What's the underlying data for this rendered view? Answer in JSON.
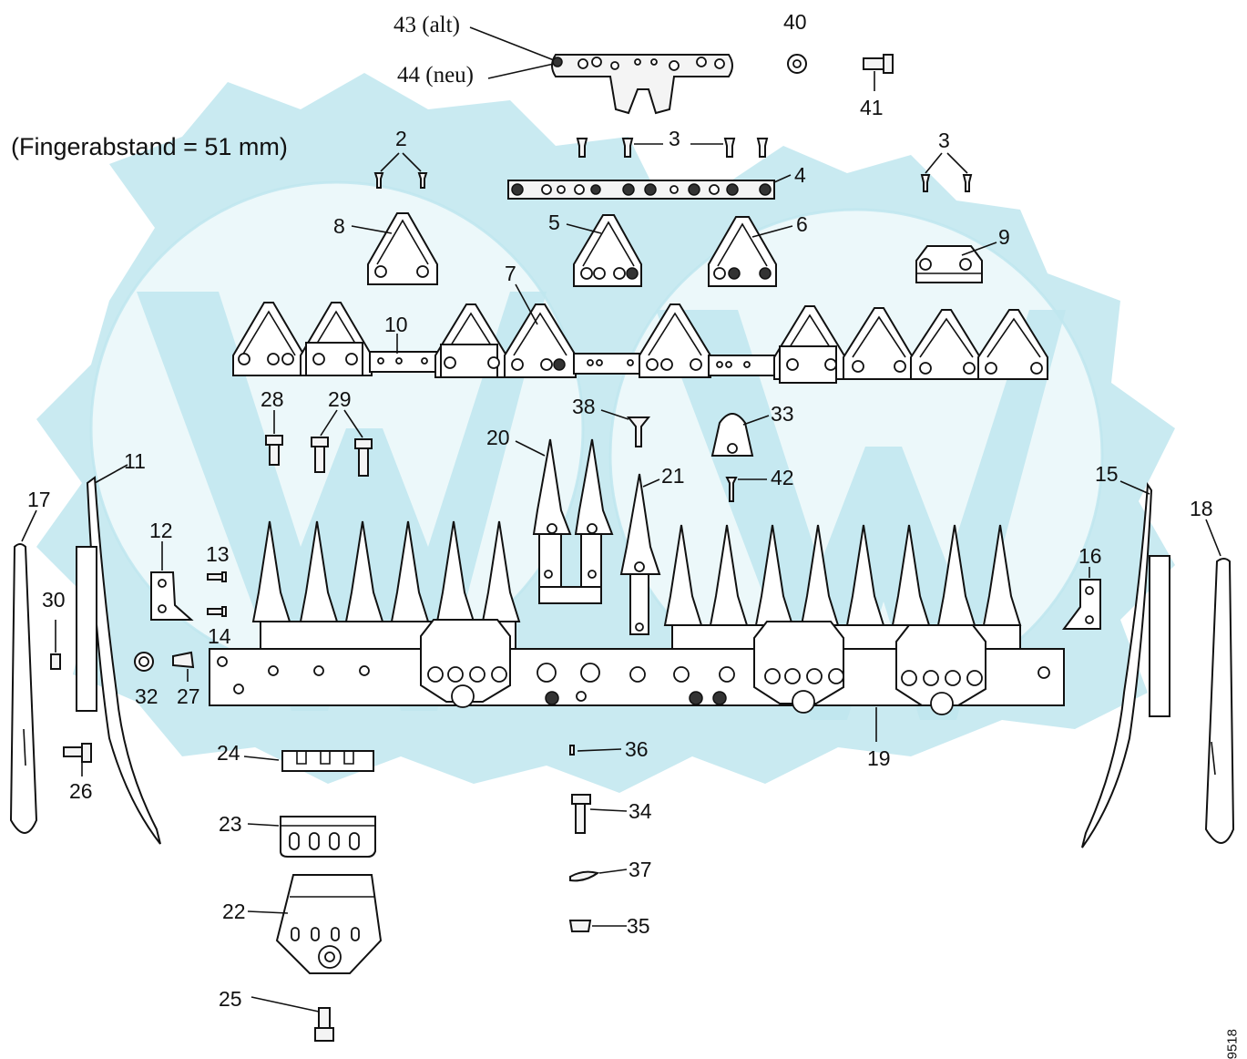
{
  "note": "(Fingerabstand = 51 mm)",
  "drawing_code": "9518",
  "watermark": {
    "color": "#bfe6ee",
    "shape": "gear-logo"
  },
  "labels": {
    "l43": "43 (alt)",
    "l44": "44 (neu)",
    "l40": "40",
    "l41": "41",
    "l2": "2",
    "l3a": "3",
    "l3b": "3",
    "l4": "4",
    "l8": "8",
    "l5": "5",
    "l6": "6",
    "l9": "9",
    "l7": "7",
    "l10": "10",
    "l28": "28",
    "l29": "29",
    "l38": "38",
    "l33": "33",
    "l20": "20",
    "l21": "21",
    "l42": "42",
    "l11": "11",
    "l17": "17",
    "l12": "12",
    "l13": "13",
    "l14": "14",
    "l30": "30",
    "l32": "32",
    "l27": "27",
    "l15": "15",
    "l18": "18",
    "l16": "16",
    "l19": "19",
    "l24": "24",
    "l26": "26",
    "l23": "23",
    "l22": "22",
    "l25": "25",
    "l36": "36",
    "l34": "34",
    "l37": "37",
    "l35": "35"
  }
}
